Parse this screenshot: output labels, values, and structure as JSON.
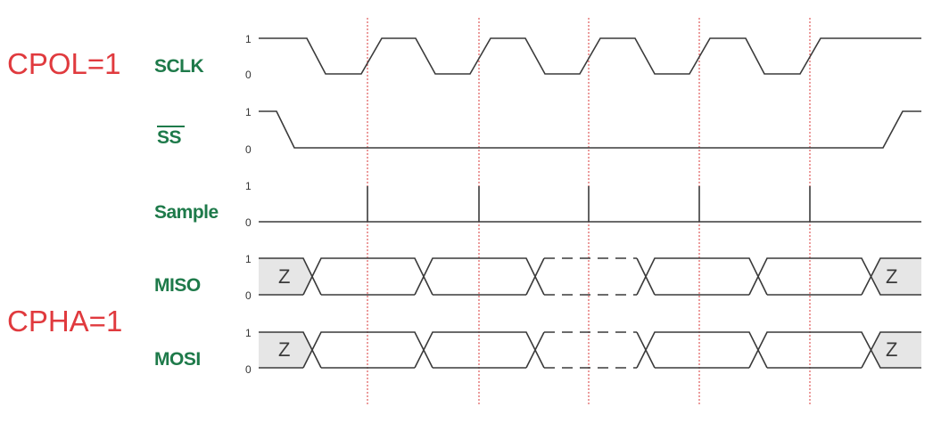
{
  "modes": {
    "cpol": "CPOL=1",
    "cpha": "CPHA=1"
  },
  "signals": {
    "sclk": "SCLK",
    "ss": "SS",
    "sample": "Sample",
    "miso": "MISO",
    "mosi": "MOSI"
  },
  "levels": {
    "high": "1",
    "low": "0"
  },
  "hiz_label": "Z",
  "colors": {
    "mode_text": "#e03a3e",
    "signal_text": "#1e7a4a",
    "wave": "#3a3a3a",
    "marker": "#d83a3a",
    "level_text": "#333333",
    "hiz_fill": "#e6e6e6"
  }
}
